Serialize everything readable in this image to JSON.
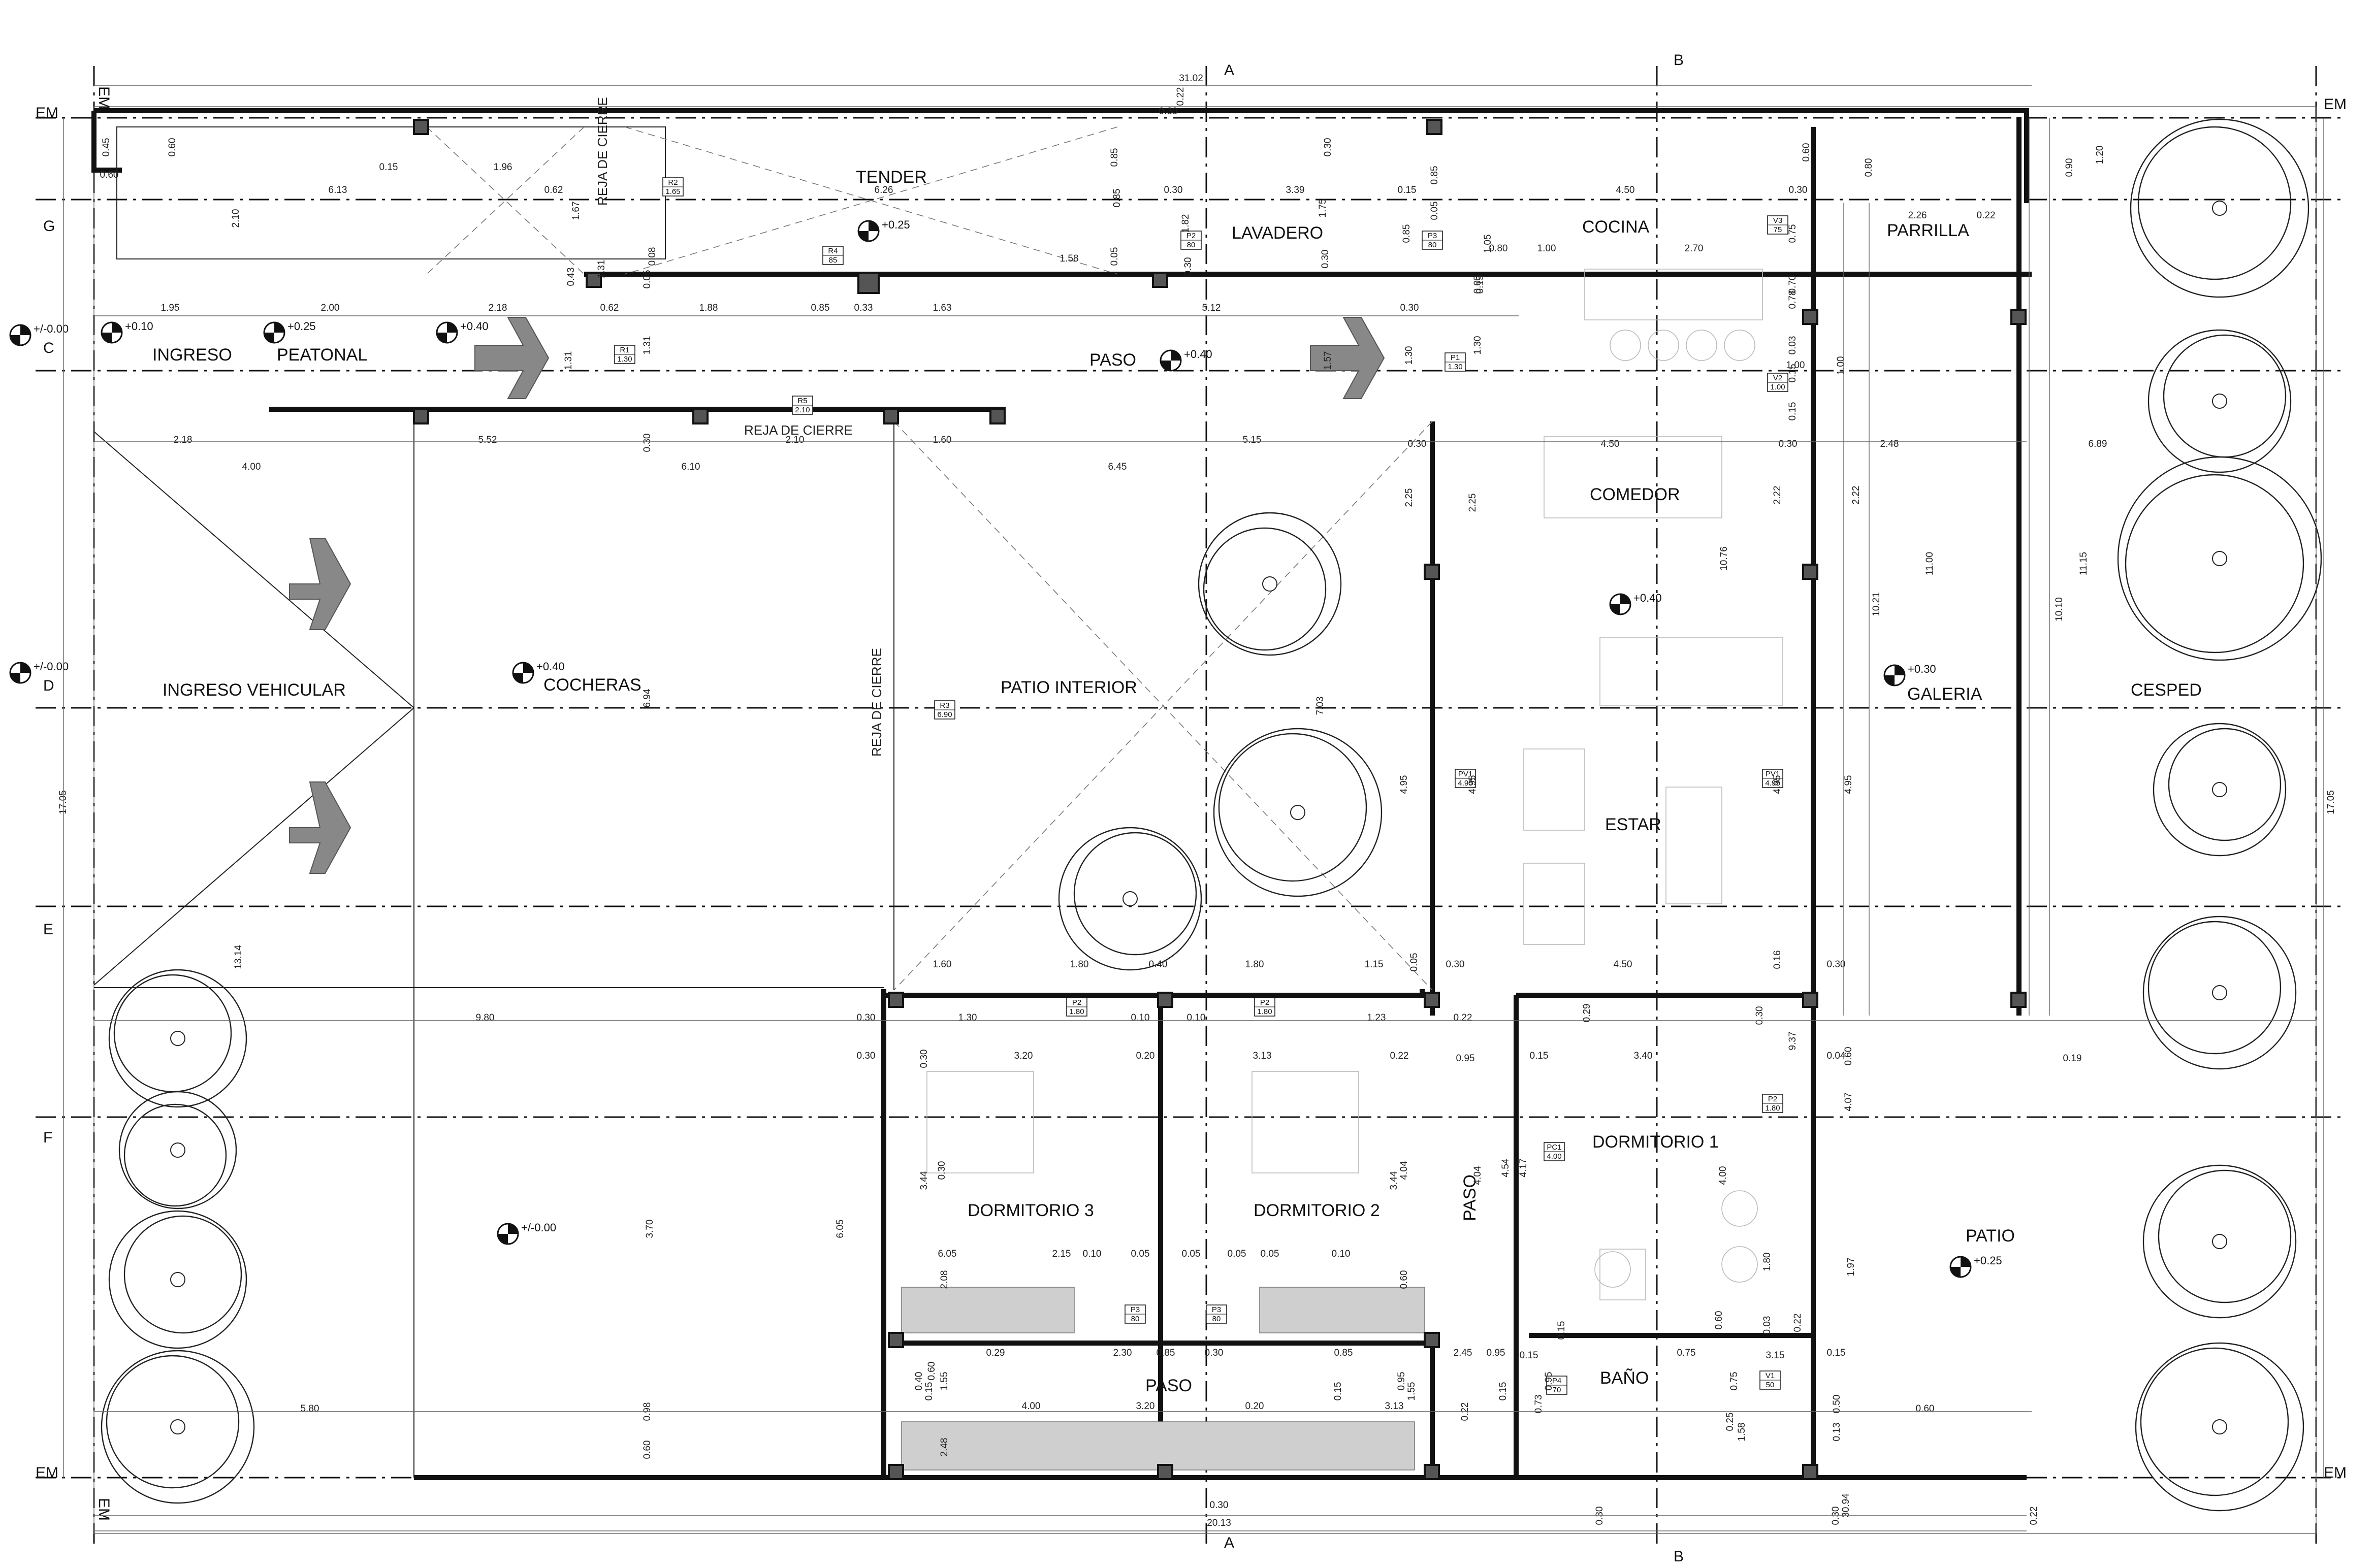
{
  "plan": {
    "level_marks": [
      "+/-0.00",
      "+0.10",
      "+0.25",
      "+0.40",
      "+0.40",
      "+/-0.00",
      "+0.40",
      "+0.25",
      "+0.40",
      "+0.30",
      "+0.25",
      "+/-0.00"
    ],
    "rooms": [
      "TENDER",
      "LAVADERO",
      "COCINA",
      "PARRILLA",
      "INGRESO",
      "PEATONAL",
      "PASO",
      "REJA DE CIERRE",
      "REJA DE CIERRE",
      "REJA DE CIERRE",
      "COMEDOR",
      "INGRESO VEHICULAR",
      "COCHERAS",
      "PATIO INTERIOR",
      "ESTAR",
      "GALERIA",
      "CESPED",
      "DORMITORIO 3",
      "DORMITORIO 2",
      "DORMITORIO 1",
      "PASO",
      "PATIO",
      "PASO",
      "BAÑO"
    ],
    "axes": {
      "vertical": [
        "A",
        "B",
        "A",
        "B"
      ],
      "horizontal": [
        "EM",
        "G",
        "C",
        "D",
        "E",
        "F",
        "EM"
      ],
      "edge": [
        "EM",
        "EM",
        "EM",
        "EM"
      ]
    },
    "tags": [
      {
        "code": "R2",
        "size": "1.65"
      },
      {
        "code": "R4",
        "size": "85"
      },
      {
        "code": "R1",
        "size": "1.30"
      },
      {
        "code": "R5",
        "size": "2.10"
      },
      {
        "code": "P2",
        "size": "80"
      },
      {
        "code": "P3",
        "size": "80"
      },
      {
        "code": "P1",
        "size": "1.30"
      },
      {
        "code": "V3",
        "size": "75"
      },
      {
        "code": "V2",
        "size": "1.00"
      },
      {
        "code": "R3",
        "size": "6.90"
      },
      {
        "code": "PV1",
        "size": "4.95"
      },
      {
        "code": "PV1",
        "size": "4.95"
      },
      {
        "code": "P2",
        "size": "1.80"
      },
      {
        "code": "P2",
        "size": "1.80"
      },
      {
        "code": "P2",
        "size": "1.80"
      },
      {
        "code": "PC1",
        "size": "4.00"
      },
      {
        "code": "P3",
        "size": "80"
      },
      {
        "code": "P3",
        "size": "80"
      },
      {
        "code": "P4",
        "size": "70"
      },
      {
        "code": "V1",
        "size": "50"
      }
    ],
    "dims": [
      "31.02",
      "0.22",
      "0.30",
      "0.45",
      "0.60",
      "0.60",
      "0.15",
      "1.96",
      "6.13",
      "0.62",
      "2.10",
      "1.67",
      "0.43",
      "0.08",
      "6.26",
      "0.85",
      "0.05",
      "0.85",
      "1.58",
      "0.30",
      "3.39",
      "0.30",
      "1.75",
      "0.30",
      "1.82",
      "0.30",
      "0.15",
      "0.05",
      "0.85",
      "0.85",
      "0.15",
      "1.05",
      "0.80",
      "1.00",
      "2.70",
      "4.50",
      "0.60",
      "0.30",
      "0.80",
      "2.26",
      "0.22",
      "0.90",
      "1.20",
      "1.95",
      "2.00",
      "2.18",
      "0.62",
      "1.88",
      "0.85",
      "0.33",
      "1.63",
      "5.12",
      "0.30",
      "1.31",
      "0.05",
      "1.31",
      "1.31",
      "1.57",
      "1.30",
      "1.30",
      "0.05",
      "0.70",
      "0.75",
      "0.78",
      "0.03",
      "0.15",
      "1.00",
      "1.00",
      "0.15",
      "2.18",
      "5.52",
      "0.30",
      "2.10",
      "1.60",
      "5.15",
      "4.00",
      "6.10",
      "6.45",
      "0.30",
      "4.50",
      "0.30",
      "2.48",
      "6.89",
      "2.25",
      "2.25",
      "2.22",
      "2.22",
      "10.76",
      "10.21",
      "11.00",
      "10.10",
      "11.15",
      "17.05",
      "17.05",
      "6.94",
      "7.03",
      "4.95",
      "4.95",
      "4.95",
      "4.95",
      "13.14",
      "1.60",
      "1.80",
      "0.40",
      "1.80",
      "1.15",
      "0.30",
      "0.05",
      "4.50",
      "0.16",
      "0.30",
      "9.80",
      "0.30",
      "1.30",
      "0.10",
      "0.10",
      "1.23",
      "0.22",
      "0.30",
      "0.30",
      "3.20",
      "0.20",
      "3.13",
      "0.22",
      "0.95",
      "0.15",
      "3.40",
      "0.60",
      "0.29",
      "0.30",
      "9.37",
      "0.04",
      "0.19",
      "0.30",
      "3.44",
      "4.04",
      "3.44",
      "4.04",
      "4.54",
      "4.17",
      "4.00",
      "4.07",
      "1.80",
      "1.97",
      "3.70",
      "6.05",
      "6.05",
      "2.15",
      "0.10",
      "0.05",
      "0.05",
      "0.05",
      "0.05",
      "0.10",
      "2.08",
      "0.60",
      "0.60",
      "0.15",
      "0.03",
      "0.22",
      "0.29",
      "2.30",
      "0.85",
      "0.30",
      "0.85",
      "2.45",
      "0.95",
      "0.15",
      "0.75",
      "3.15",
      "0.15",
      "0.40",
      "0.15",
      "1.55",
      "0.15",
      "0.95",
      "1.55",
      "0.15",
      "0.95",
      "0.73",
      "0.75",
      "0.50",
      "0.13",
      "0.25",
      "1.58",
      "0.98",
      "5.80",
      "4.00",
      "3.20",
      "0.20",
      "3.13",
      "0.22",
      "0.60",
      "2.48",
      "0.60",
      "0.30",
      "20.13",
      "30.94",
      "0.30",
      "0.30",
      "0.22",
      "0.60",
      "0.30"
    ]
  }
}
